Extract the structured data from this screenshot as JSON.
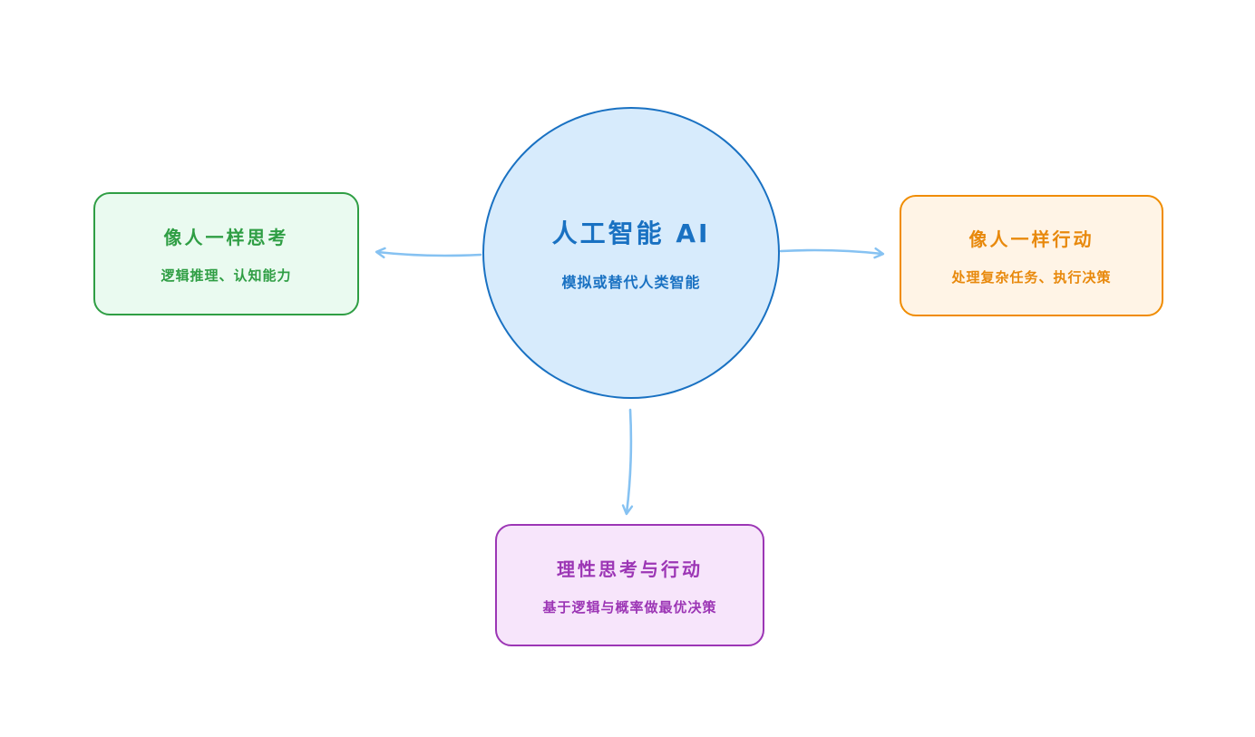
{
  "canvas": {
    "background": "#ffffff"
  },
  "center_node": {
    "title": "人工智能 AI",
    "subtitle": "模拟或替代人类智能",
    "stroke": "#1971c2",
    "fill": "#d7ebfc",
    "text_color": "#1971c2"
  },
  "nodes": [
    {
      "id": "think-like-human",
      "position": "left",
      "title": "像人一样思考",
      "subtitle": "逻辑推理、认知能力",
      "stroke": "#2f9e44",
      "fill": "#eafaf0",
      "text_color": "#2f9e44"
    },
    {
      "id": "act-like-human",
      "position": "right",
      "title": "像人一样行动",
      "subtitle": "处理复杂任务、执行决策",
      "stroke": "#f08c00",
      "fill": "#fff4e6",
      "text_color": "#e8890c"
    },
    {
      "id": "rational-thought-action",
      "position": "bottom",
      "title": "理性思考与行动",
      "subtitle": "基于逻辑与概率做最优决策",
      "stroke": "#9c36b5",
      "fill": "#f7e5fb",
      "text_color": "#9c36b5"
    }
  ],
  "arrows": {
    "color": "#86c2f2"
  }
}
